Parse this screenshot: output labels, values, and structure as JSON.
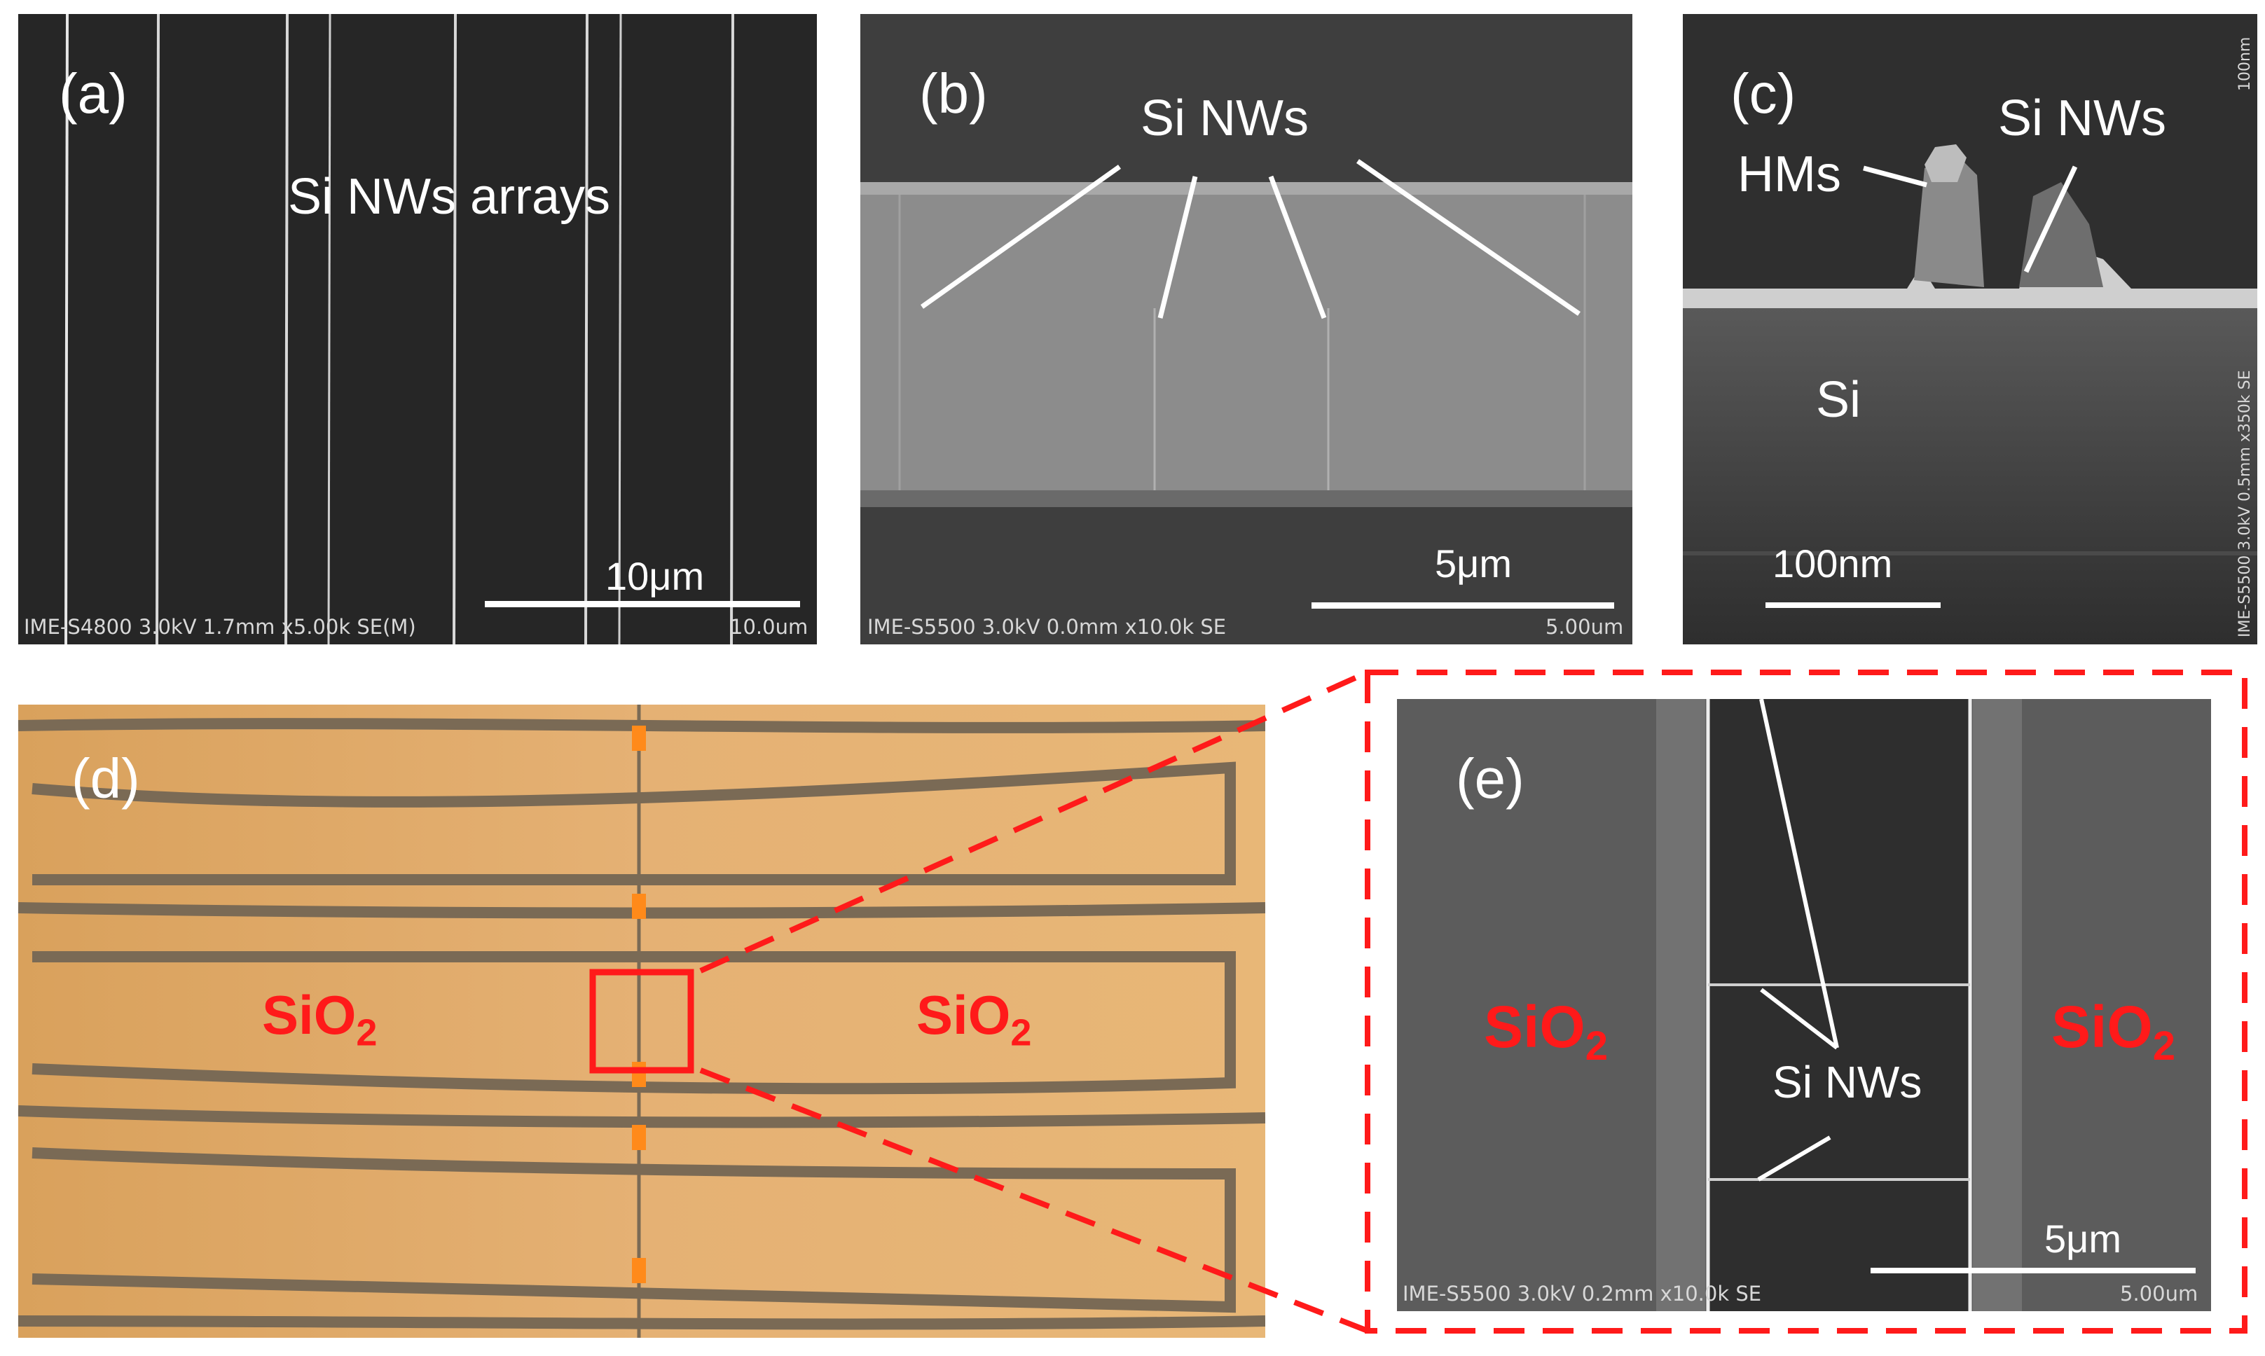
{
  "panel_a": {
    "letter": "(a)",
    "label": "Si NWs arrays",
    "scale": "10μm",
    "meta_left": "IME-S4800 3.0kV 1.7mm x5.00k SE(M)",
    "meta_right": "10.0um"
  },
  "panel_b": {
    "letter": "(b)",
    "label": "Si NWs",
    "scale": "5μm",
    "meta_left": "IME-S5500 3.0kV 0.0mm x10.0k SE",
    "meta_right": "5.00um"
  },
  "panel_c": {
    "letter": "(c)",
    "label_nws": "Si NWs",
    "label_hms": "HMs",
    "label_si": "Si",
    "scale": "100nm",
    "meta_side": "IME-S5500 3.0kV 0.5mm x350k SE",
    "meta_top": "100nm"
  },
  "panel_d": {
    "letter": "(d)",
    "sio2_left": "SiO",
    "sio2_left_sub": "2",
    "sio2_right": "SiO",
    "sio2_right_sub": "2"
  },
  "panel_e": {
    "letter": "(e)",
    "label": "Si NWs",
    "scale": "5μm",
    "sio2_left": "SiO",
    "sio2_left_sub": "2",
    "sio2_right": "SiO",
    "sio2_right_sub": "2",
    "meta_left": "IME-S5500 3.0kV 0.2mm x10.0k SE",
    "meta_right": "5.00um"
  },
  "colors": {
    "highlight": "#ff1a1a",
    "sem_dark": "#2a2a2a",
    "optical": "#e0a862"
  }
}
